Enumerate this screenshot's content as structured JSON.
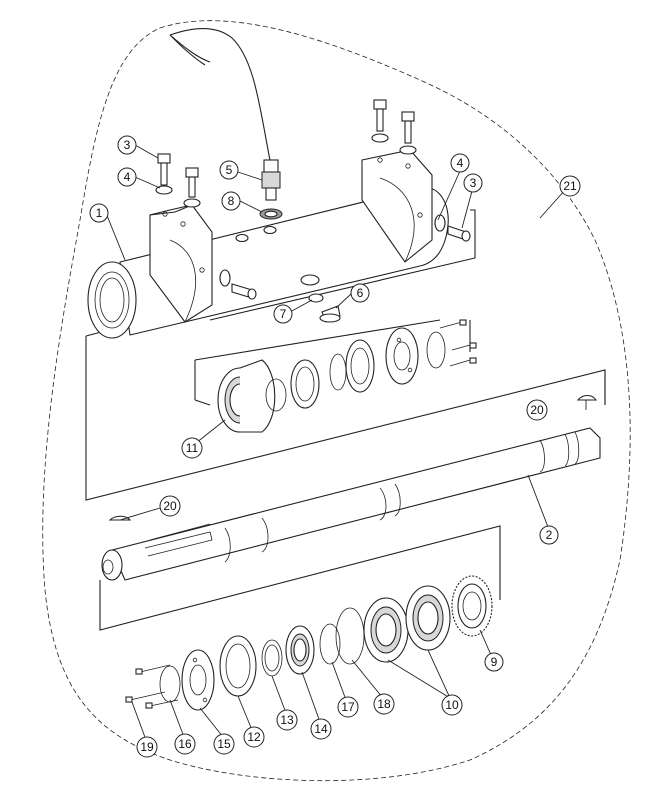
{
  "callouts": {
    "c1": "1",
    "c2": "2",
    "c3a": "3",
    "c3b": "3",
    "c4a": "4",
    "c4b": "4",
    "c5": "5",
    "c6": "6",
    "c7": "7",
    "c8": "8",
    "c9": "9",
    "c10": "10",
    "c11": "11",
    "c12": "12",
    "c13": "13",
    "c14": "14",
    "c15": "15",
    "c16": "16",
    "c17": "17",
    "c18": "18",
    "c19": "19",
    "c20a": "20",
    "c20b": "20",
    "c21": "21"
  }
}
